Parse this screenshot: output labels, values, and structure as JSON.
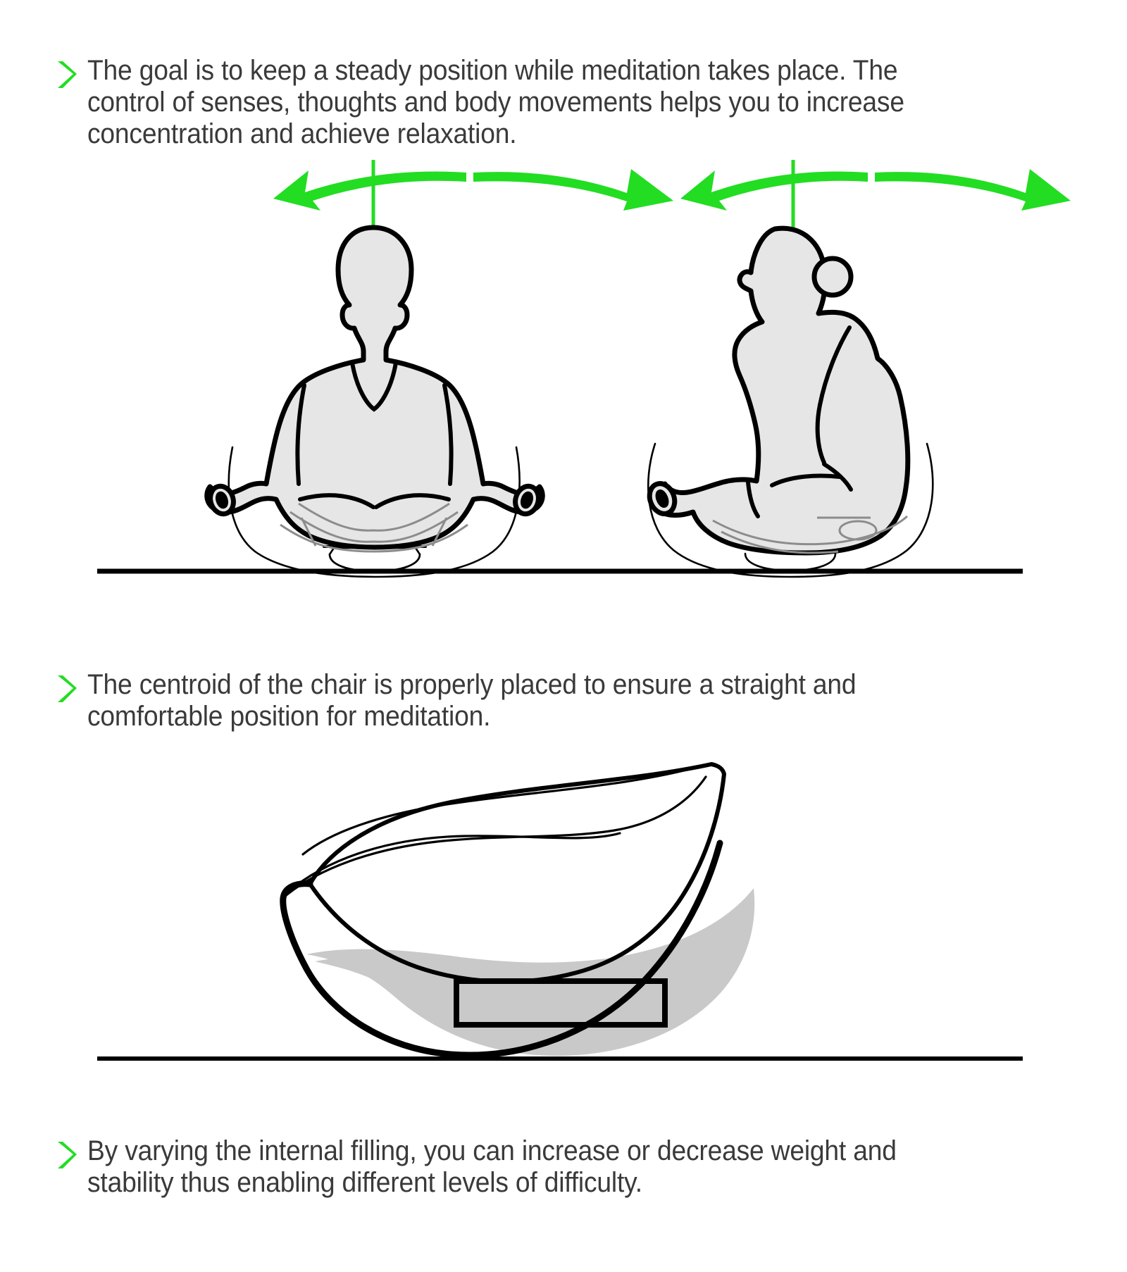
{
  "colors": {
    "accent_green": "#22DD22",
    "text": "#3a3a3a",
    "outline": "#000000",
    "body_fill": "#e6e6e6",
    "filling_fill": "#c9c9c9"
  },
  "bullets": [
    {
      "icon": "chevron-right-icon",
      "text": "The goal is to keep a steady position while meditation takes place. The control of senses, thoughts and body movements helps you to increase concentration and achieve relaxation."
    },
    {
      "icon": "chevron-right-icon",
      "text": "The centroid of the chair is properly placed to ensure a straight and comfortable position for meditation."
    },
    {
      "icon": "chevron-right-icon",
      "text": "By varying the internal filling, you can increase or decrease weight and stability thus enabling different levels of difficulty."
    }
  ],
  "figures": {
    "top": {
      "name": "meditation-postures-diagram",
      "ground_line": true,
      "subjects": [
        {
          "name": "front-view-meditator",
          "view": "front",
          "pose": "lotus",
          "axis": "vertical-centroid-line",
          "arrow": "double-headed-arc-arrow"
        },
        {
          "name": "side-view-meditator",
          "view": "side",
          "pose": "cross-legged",
          "axis": "vertical-centroid-line",
          "arrow": "double-headed-arc-arrow"
        }
      ]
    },
    "chair": {
      "name": "chair-cross-section-diagram",
      "ground_line": true,
      "parts": [
        "seat-shell",
        "internal-filling",
        "ballast-weight-block"
      ]
    }
  }
}
